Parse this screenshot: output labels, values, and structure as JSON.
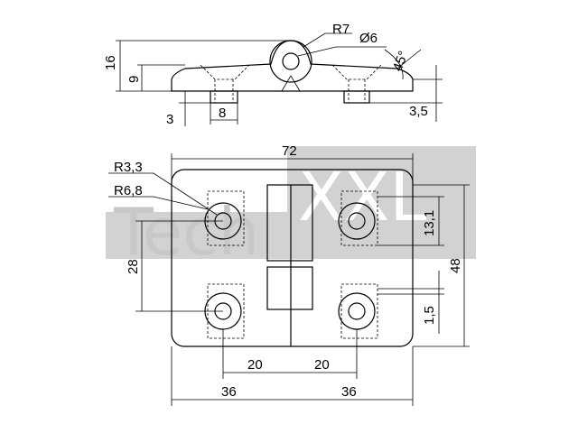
{
  "watermark": {
    "brand_left": "Tech",
    "brand_right": "XXL"
  },
  "side_view": {
    "dims": {
      "radius_knuckle": "R7",
      "diameter_pin": "Ø6",
      "angle": "45°",
      "height_total": "16",
      "height_leaf": "9",
      "depth_recess": "3",
      "width_boss": "8",
      "offset_bottom": "3,5"
    }
  },
  "top_view": {
    "dims": {
      "width_total": "72",
      "radius_hole": "R3,3",
      "radius_counterbore": "R6,8",
      "height_total": "48",
      "hole_spacing_v": "28",
      "pitch_small": "13,1",
      "offset_small": "1,5",
      "half_pitch_left": "20",
      "half_pitch_right": "20",
      "half_width_left": "36",
      "half_width_right": "36"
    }
  },
  "colors": {
    "line": "#000000",
    "watermark": "#c8c8c8",
    "background": "#ffffff"
  }
}
